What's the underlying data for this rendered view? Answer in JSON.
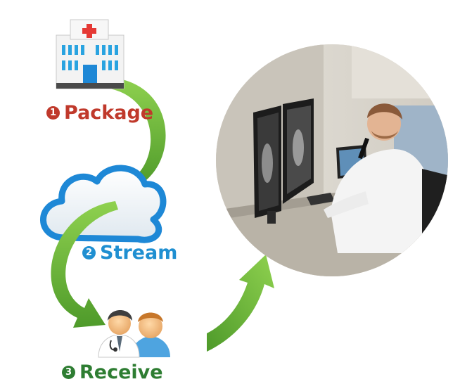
{
  "steps": [
    {
      "number": "1",
      "label": "Package",
      "icon": "hospital-icon",
      "color": "#c0392b"
    },
    {
      "number": "2",
      "label": "Stream",
      "icon": "cloud-icon",
      "color": "#1f8fd1"
    },
    {
      "number": "3",
      "label": "Receive",
      "icon": "doctor-patient-icon",
      "color": "#2e7d32"
    }
  ],
  "photo": {
    "subject": "radiologist-workstation-photo"
  },
  "arrow_color": "#6cbf3a"
}
